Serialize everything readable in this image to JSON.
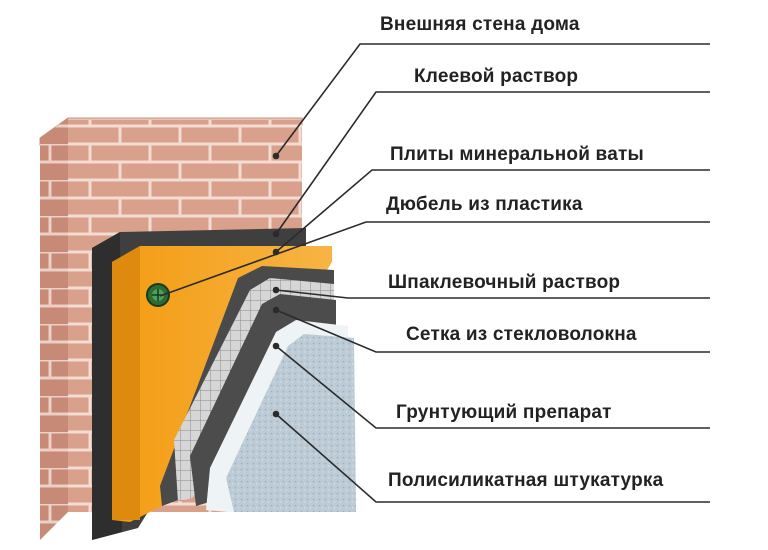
{
  "labels": [
    {
      "id": "outer-wall",
      "text": "Внешняя стена дома"
    },
    {
      "id": "adhesive",
      "text": "Клеевой раствор"
    },
    {
      "id": "mineral-wool",
      "text": "Плиты минеральной ваты"
    },
    {
      "id": "dowel",
      "text": "Дюбель  из пластика"
    },
    {
      "id": "putty",
      "text": "Шпаклевочный раствор"
    },
    {
      "id": "mesh",
      "text": "Сетка из стекловолокна"
    },
    {
      "id": "primer",
      "text": "Грунтующий препарат"
    },
    {
      "id": "plaster",
      "text": "Полисиликатная штукатурка"
    }
  ],
  "colors": {
    "brick": "#d9a08c",
    "mortar": "#f3ddd3",
    "adhesive_layer": "#3f3f3f",
    "mineral_wool": "#f5a623",
    "mesh": "#cfcfcf",
    "primer": "#e8eef2",
    "plaster": "#b8c6d1",
    "leader": "#2b2b2b"
  }
}
